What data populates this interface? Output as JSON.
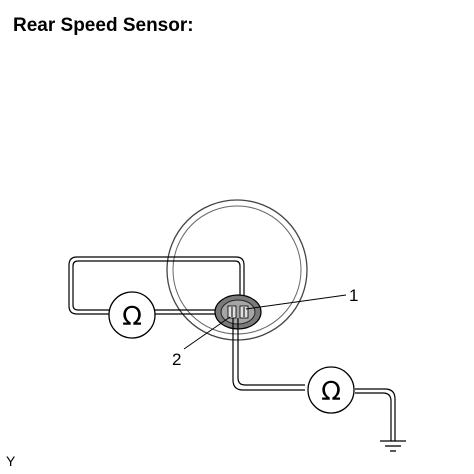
{
  "diagram": {
    "title": "Rear Speed Sensor:",
    "callouts": {
      "terminal_1": "1",
      "terminal_2": "2"
    },
    "ohmmeter_symbol": "Ω",
    "figure_code": "Y"
  }
}
